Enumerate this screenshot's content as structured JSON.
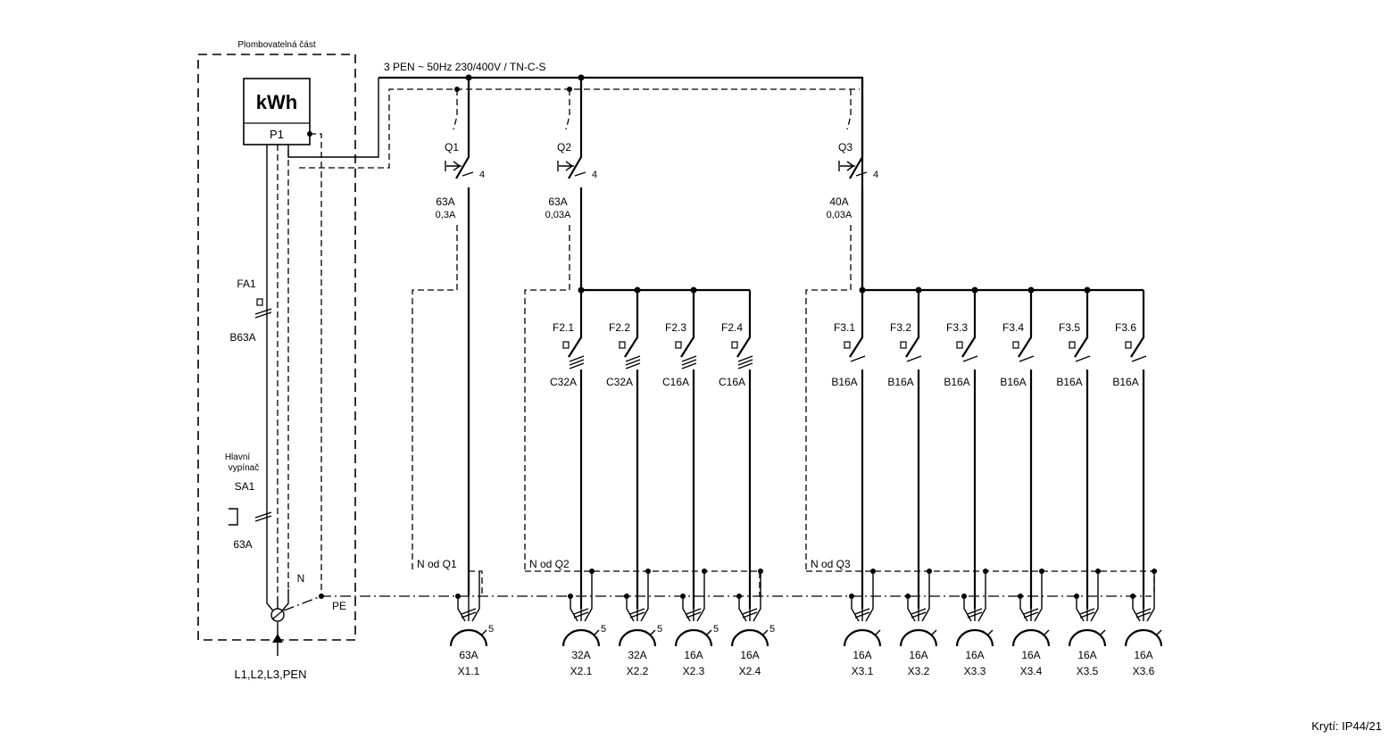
{
  "sealed_area_label": "Plombovatelná část",
  "supply_label": "3 PEN ~ 50Hz  230/400V / TN-C-S",
  "meter": {
    "unit": "kWh",
    "ref": "P1"
  },
  "fa1": {
    "ref": "FA1",
    "rating": "B63A"
  },
  "main_switch": {
    "caption_line1": "Hlavní",
    "caption_line2": "vypínač",
    "ref": "SA1",
    "rating": "63A"
  },
  "input_label": "L1,L2,L3,PEN",
  "n_label": "N",
  "pe_label": "PE",
  "rcds": [
    {
      "ref": "Q1",
      "poles": "4",
      "rating": "63A",
      "sensitivity": "0,3A",
      "n_label": "N od Q1"
    },
    {
      "ref": "Q2",
      "poles": "4",
      "rating": "63A",
      "sensitivity": "0,03A",
      "n_label": "N od Q2"
    },
    {
      "ref": "Q3",
      "poles": "4",
      "rating": "40A",
      "sensitivity": "0,03A",
      "n_label": "N od Q3"
    }
  ],
  "breakers": [
    {
      "ref": "F2.1",
      "rating": "C32A"
    },
    {
      "ref": "F2.2",
      "rating": "C32A"
    },
    {
      "ref": "F2.3",
      "rating": "C16A"
    },
    {
      "ref": "F2.4",
      "rating": "C16A"
    },
    {
      "ref": "F3.1",
      "rating": "B16A"
    },
    {
      "ref": "F3.2",
      "rating": "B16A"
    },
    {
      "ref": "F3.3",
      "rating": "B16A"
    },
    {
      "ref": "F3.4",
      "rating": "B16A"
    },
    {
      "ref": "F3.5",
      "rating": "B16A"
    },
    {
      "ref": "F3.6",
      "rating": "B16A"
    }
  ],
  "sockets": [
    {
      "ref": "X1.1",
      "rating": "63A",
      "poles": "5"
    },
    {
      "ref": "X2.1",
      "rating": "32A",
      "poles": "5"
    },
    {
      "ref": "X2.2",
      "rating": "32A",
      "poles": "5"
    },
    {
      "ref": "X2.3",
      "rating": "16A",
      "poles": "5"
    },
    {
      "ref": "X2.4",
      "rating": "16A",
      "poles": "5"
    },
    {
      "ref": "X3.1",
      "rating": "16A",
      "poles": ""
    },
    {
      "ref": "X3.2",
      "rating": "16A",
      "poles": ""
    },
    {
      "ref": "X3.3",
      "rating": "16A",
      "poles": ""
    },
    {
      "ref": "X3.4",
      "rating": "16A",
      "poles": ""
    },
    {
      "ref": "X3.5",
      "rating": "16A",
      "poles": ""
    },
    {
      "ref": "X3.6",
      "rating": "16A",
      "poles": ""
    }
  ],
  "protection_label": "Krytí: IP44/21"
}
